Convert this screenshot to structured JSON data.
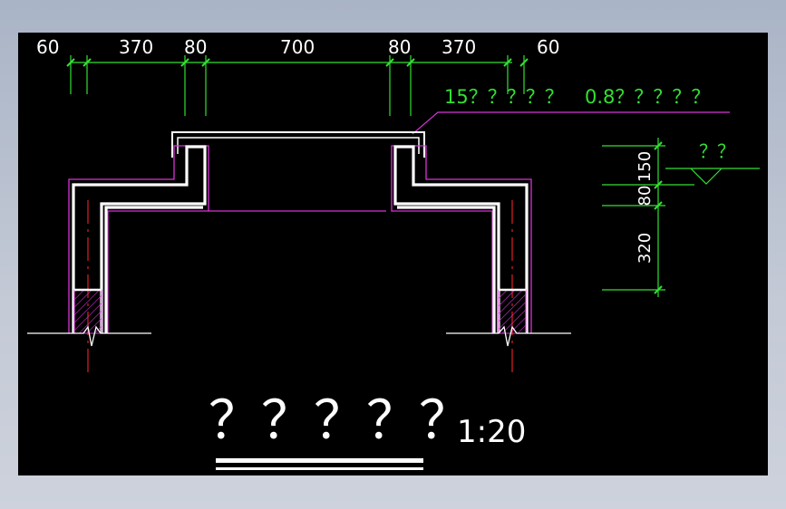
{
  "top_dimensions": [
    "60",
    "370",
    "80",
    "700",
    "80",
    "370",
    "60"
  ],
  "note": {
    "left": "15？？？？？",
    "right": "0.8？？？？？"
  },
  "elevation": {
    "marker": "？？",
    "dims": [
      "150",
      "80",
      "320"
    ]
  },
  "title": "？？？？？",
  "scale": "1:20",
  "colors": {
    "background": "#000000",
    "dimension": "#33e033",
    "outline": "#ffffff",
    "finish": "#d633d6",
    "axis": "#e02020"
  }
}
